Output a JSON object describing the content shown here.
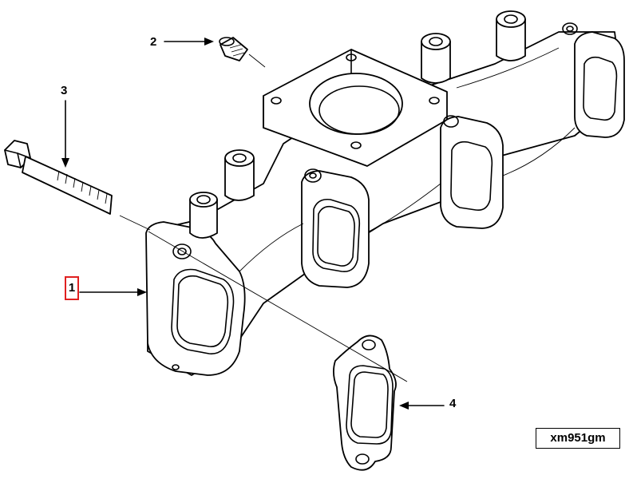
{
  "callouts": {
    "part1": "1",
    "part2": "2",
    "part3": "3",
    "part4": "4"
  },
  "reference_code": "xm951gm",
  "colors": {
    "highlight_box": "#e02020",
    "line": "#000000",
    "background": "#ffffff"
  }
}
